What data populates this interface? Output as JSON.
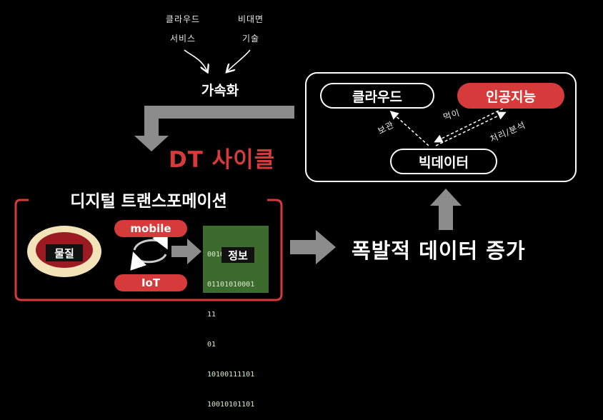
{
  "annotations": {
    "cloud_service": [
      "클라우드",
      "서비스"
    ],
    "contactless_tech": [
      "비대면",
      "기술"
    ],
    "acceleration": "가속화"
  },
  "dt_cycle": "DT 사이클",
  "digital_transformation": {
    "title": "디지털 트랜스포메이션",
    "material": "물질",
    "mobile": "mobile",
    "iot": "IoT",
    "information": "정보",
    "binary_lines": [
      "00101011011",
      "01101010001",
      "11",
      "01",
      "10100111101",
      "10010101101"
    ]
  },
  "explosive_data": "폭발적 데이터 증가",
  "ecosystem": {
    "cloud": "클라우드",
    "ai": "인공지능",
    "bigdata": "빅데이터",
    "storage_label": "보관",
    "feed_label": "먹이",
    "process_label": "처리/분석"
  },
  "colors": {
    "accent_red": "#d63a3a",
    "code_green": "#3d6b2e",
    "arrow_gray": "#8c8c8c"
  }
}
